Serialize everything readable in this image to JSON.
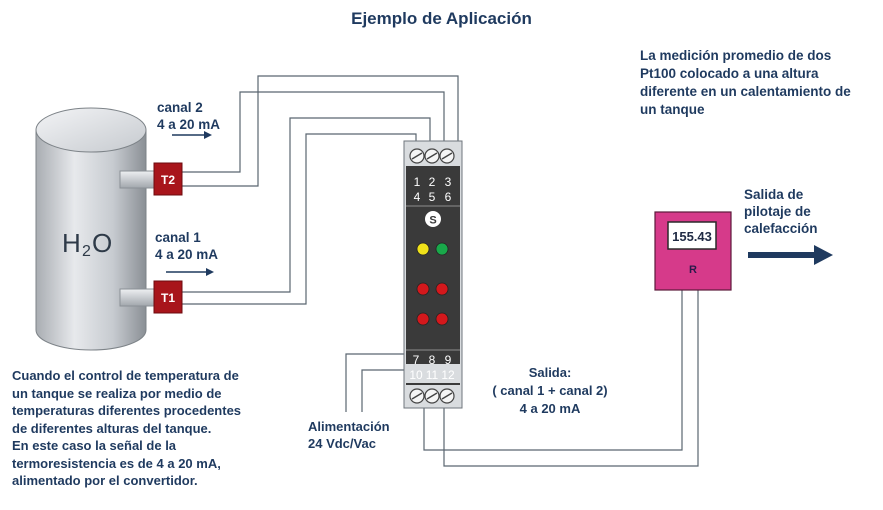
{
  "title": "Ejemplo de Aplicación",
  "note_top_right": [
    "La medición promedio de dos",
    "Pt100 colocado a una altura",
    "diferente en un calentamiento de",
    "un tanque"
  ],
  "note_bottom_left": [
    "Cuando el control de temperatura de",
    "un tanque se realiza por medio de",
    "temperaturas diferentes procedentes",
    "de diferentes alturas del tanque.",
    "En este caso la señal de la",
    "termoresistencia es de 4 a 20 mA,",
    "alimentado por el convertidor."
  ],
  "tank": {
    "label_h": "H",
    "label_sub": "2",
    "label_o": "O"
  },
  "sensors": {
    "t2": "T2",
    "t1": "T1"
  },
  "channel2": {
    "name": "canal 2",
    "range": "4 a 20 mA"
  },
  "channel1": {
    "name": "canal 1",
    "range": "4 a 20 mA"
  },
  "module": {
    "top_terminals": [
      "1",
      "2",
      "3",
      "4",
      "5",
      "6"
    ],
    "logo": "S",
    "bottom_terminals": [
      "7",
      "8",
      "9",
      "10",
      "11",
      "12"
    ]
  },
  "output": {
    "title": "Salida:",
    "formula": "( canal 1 + canal 2)",
    "range": "4 a 20 mA"
  },
  "power": {
    "label": "Alimentación",
    "spec": "24 Vdc/Vac"
  },
  "display": {
    "value": "155.43",
    "letter": "R"
  },
  "pilot": [
    "Salida de",
    "pilotaje de",
    "calefacción"
  ],
  "colors": {
    "text": "#1f3a5f",
    "sensor": "#a8151b",
    "display_body": "#d63a8a",
    "module_body": "#3a3a3a",
    "arrow": "#1f3a5f"
  }
}
